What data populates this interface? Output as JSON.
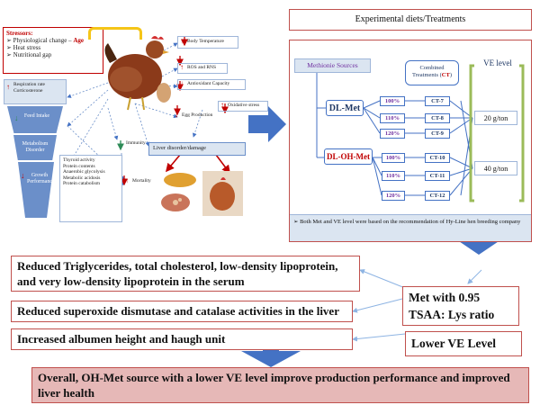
{
  "stressors": {
    "title": "Stressors:",
    "items": [
      "Physiological change – ",
      "Heat stress",
      "Nutritional gap"
    ],
    "age_word": "Age"
  },
  "left_panel": {
    "respiration": "Respiration rate",
    "corticosterone": "Corticosterone",
    "feed_intake": "Feed Intake",
    "metabolism": "Metabolism Disorder",
    "growth": "Growth Performance",
    "growth_notes": [
      "Thyroid activity",
      "Protein contents",
      "",
      "Anaerobic glycolysis",
      "Metabolic acidosis",
      "Protein catabolism"
    ],
    "body_temp": "Body Temperature",
    "ros": "ROS and RNS",
    "antioxidant": "Antioxidant Capacity",
    "oxidative": "Oxidative stress",
    "egg_production": "Egg Production",
    "immunity": "Immunity",
    "liver": "Liver disorder/damage",
    "mortality": "Mortality"
  },
  "experimental": {
    "title": "Experimental diets/Treatments",
    "methionine_header": "Methionie Sources",
    "combined_header": "Combined Treatments (CT)",
    "combined_header_line1": "Combined",
    "combined_header_line2": "Treatments (",
    "combined_header_ct": "CT",
    "combined_header_close": ")",
    "ve_header": "VE level",
    "dl_met": "DL-Met",
    "dl_oh_met": "DL-OH-Met",
    "dl_met_pcts": [
      "100%",
      "110%",
      "120%"
    ],
    "dl_oh_pcts": [
      "100%",
      "110%",
      "120%"
    ],
    "dl_met_cts": [
      "CT-7",
      "CT-8",
      "CT-9"
    ],
    "dl_oh_cts": [
      "CT-10",
      "CT-11",
      "CT-12"
    ],
    "ve_high": "20 g/ton",
    "ve_low": "40 g/ton",
    "note": "➢ Both Met and VE level were based on the recommendation of  Hy-Line hen breeding company"
  },
  "findings": {
    "f1": "Reduced Triglycerides, total cholesterol, low-density lipoprotein, and very low-density lipoprotein in the serum",
    "f2": "Reduced superoxide dismutase  and catalase activities  in the liver",
    "f3": "Increased  albumen height and haugh unit",
    "met_ratio": "Met with 0.95 TSAA: Lys ratio",
    "lower_ve": "Lower VE Level",
    "conclusion": "Overall, OH-Met source with a lower VE level improve production performance and improved liver health"
  },
  "colors": {
    "accent_blue": "#4472c4",
    "funnel_blue": "#6b8fc9",
    "box_red": "#c0504d",
    "green_panel": "#9bbb59",
    "conclusion_bg": "#e6b8b7"
  }
}
